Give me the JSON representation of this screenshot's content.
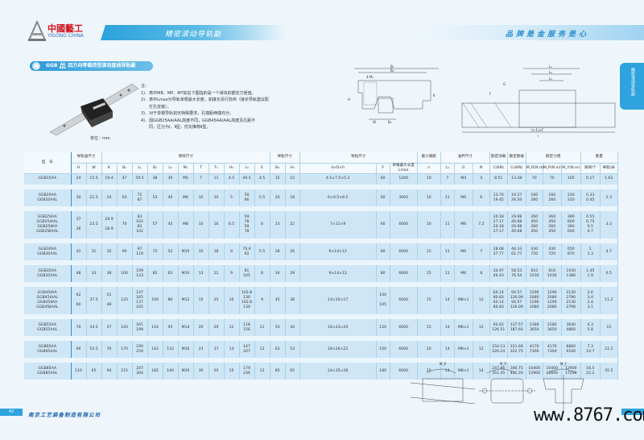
{
  "header": {
    "logo_cn": "中國藝工",
    "logo_en": "YIGONG CHINA",
    "section": "精密滚动导轨副",
    "slogan": "品牌是金服务是心"
  },
  "title": {
    "series": "GGB",
    "suffix_top": "AA",
    "suffix_bottom": "AAL",
    "text": "四方向等载荷型滚动直线导轨副"
  },
  "unit": "单位：mm",
  "notes": [
    "注：",
    "1)．表中MR、MP、MY如右下图指的是一个滑块的额定力矩值。",
    "2)．表中Lmax为导轨单根最大长度，如接长另行协商（接长导轨建议配",
    "　　打孔安装）。",
    "3)．对于单根导轨如无特殊要求，孔端距两端均分。",
    "4)．因GGB25AA/AAL高度不同，GGB45AA/AAL高度及孔距不",
    "　　同，区分为Ⅰ、Ⅱ型，优先推荐Ⅱ型。"
  ],
  "side_tab": "精密滚动导轨副",
  "table": {
    "model_header": "型　号",
    "groups": [
      {
        "label": "导轨副尺寸",
        "span": 2
      },
      {
        "label": "滑块尺寸",
        "span": 11
      },
      {
        "label": "导轨尺寸",
        "span": 2
      },
      {
        "label": "导轨尺寸",
        "span": 3
      },
      {
        "label": "最小端距",
        "span": 1
      },
      {
        "label": "油杯尺寸",
        "span": 3
      },
      {
        "label": "额定动载",
        "span": 1
      },
      {
        "label": "额定静载",
        "span": 1
      },
      {
        "label": "额定力矩",
        "span": 3
      },
      {
        "label": "重量",
        "span": 2
      }
    ],
    "columns": [
      "H",
      "W",
      "K",
      "B₁",
      "L₁",
      "B₂",
      "L₂",
      "M₁",
      "T",
      "T₁",
      "H₂",
      "L₃",
      "E",
      "B₃",
      "H₁",
      "d×D×h",
      "F",
      "单根最大长度\nLmax",
      "n",
      "L₄",
      "G",
      "N",
      "C(KN)",
      "C₀(KN)",
      "M_R(N.m)",
      "M_P(N.m)",
      "M_Y(N.m)",
      "滑块/个",
      "导轨/米"
    ],
    "rows": [
      {
        "model": "GGB15AA",
        "values": [
          "24",
          "15.5",
          "19.4",
          "47",
          "59.5",
          "38",
          "30",
          "M5",
          "7",
          "11",
          "4.5",
          "40.5",
          "4.5",
          "15",
          "15",
          "4.5×7.5×5.3",
          "60",
          "1200",
          "10",
          "7",
          "M4",
          "4",
          "8.51",
          "13.38",
          "70",
          "70",
          "100",
          "0.17",
          "1.62"
        ]
      },
      {
        "model": "GGB20AA\nGGB20AAL",
        "values": [
          "30",
          "21.5",
          "24",
          "63",
          "71\n87",
          "53",
          "40",
          "M6",
          "10",
          "10",
          "5",
          "50\n66",
          "5.5",
          "20",
          "18",
          "6×9.5×8.5",
          "60",
          "3000",
          "10",
          "11",
          "M6",
          "6",
          "13.70\n19.45",
          "19.27\n26.50",
          "160\n260",
          "160\n260",
          "230\n310",
          "0.33\n0.45",
          "2.3"
        ]
      },
      {
        "model": "GGB25ⅠAA\nGGB25ⅠAAL\nGGB25ⅡAA\nGGB25ⅡAAL",
        "values": [
          "37\n\n36",
          "23.5",
          "29.9\n\n28.9",
          "70",
          "83\n102\n83\n102",
          "57",
          "45",
          "M8",
          "10",
          "16",
          "6.5",
          "59\n78\n59\n78",
          "6",
          "23",
          "22",
          "7×11×9",
          "60",
          "6000",
          "10",
          "11",
          "M6",
          "7.2",
          "20.18\n27.17\n20.18\n27.17",
          "29.98\n40.68\n29.98\n40.68",
          "260\n450\n260\n450",
          "260\n450\n260\n450",
          "390\n600\n390\n600",
          "0.55\n0.75\n0.5\n0.7",
          "3.3"
        ]
      },
      {
        "model": "GGB30AA\nGGB30AAL",
        "values": [
          "42",
          "31",
          "35",
          "90",
          "97\n119",
          "72",
          "52",
          "M10",
          "10",
          "18",
          "9",
          "70.6\n92",
          "5.5",
          "28",
          "26",
          "9×14×12",
          "80",
          "6000",
          "15",
          "11",
          "M6",
          "7",
          "28.08\n37.77",
          "46.33\n61.77",
          "430\n720",
          "430\n720",
          "650\n870",
          "1\n1.3",
          "4.7"
        ]
      },
      {
        "model": "GGB35AA\nGGB35AAL",
        "values": [
          "48",
          "33",
          "38",
          "100",
          "109\n133",
          "82",
          "62",
          "M10",
          "13",
          "21",
          "9",
          "81\n105",
          "8",
          "34",
          "29",
          "9×14×12",
          "80",
          "6000",
          "15",
          "11",
          "M6",
          "8",
          "34.97\n46.43",
          "58.53\n76.54",
          "610\n1030",
          "610\n1030",
          "1030\n1380",
          "1.45\n1.9",
          "6.5"
        ]
      },
      {
        "model": "GGB45ⅠAA\nGGB45ⅠAAL\nGGB45ⅡAA\nGGB45ⅡAAL",
        "values": [
          "62\n\n60",
          "37.5",
          "51\n\n49",
          "120",
          "137\n165\n137\n165",
          "100",
          "80",
          "M12",
          "15",
          "25",
          "10",
          "102.8\n130\n102.8\n130",
          "9",
          "45",
          "38",
          "14×20×17",
          "100\n\n105",
          "6000",
          "15",
          "14",
          "M8×1",
          "12",
          "60.14\n80.83\n60.14\n80.83",
          "94.57\n126.09\n94.57\n126.09",
          "1290\n2080\n1290\n2080",
          "1290\n2080\n1290\n2080",
          "2130\n2790\n2130\n2790",
          "2.6\n3.4\n2.4\n3.1",
          "11.2"
        ]
      },
      {
        "model": "GGB55AA\nGGB55AAL",
        "values": [
          "70",
          "43.5",
          "57",
          "140",
          "161\n199",
          "116",
          "95",
          "M14",
          "20",
          "29",
          "12",
          "118\n156",
          "11",
          "53",
          "44",
          "16×23×20",
          "120",
          "6000",
          "15",
          "14",
          "M8×1",
          "12",
          "92.62\n126.51",
          "137.57\n187.60",
          "2180\n3650",
          "2180\n3650",
          "3640\n4860",
          "4.3\n5.8",
          "15"
        ]
      },
      {
        "model": "GGB65AA\nGGB65AAL",
        "values": [
          "90",
          "53.5",
          "76",
          "170",
          "190\n259",
          "142",
          "110",
          "M16",
          "23",
          "37",
          "14",
          "147\n207",
          "12",
          "63",
          "53",
          "18×26×22",
          "150",
          "6000",
          "20",
          "14",
          "M8×1",
          "12",
          "154.13\n220.24",
          "221.69\n322.75",
          "4170\n7300",
          "4170\n7300",
          "6860\n9100",
          "7.3\n10.7",
          "22.2"
        ]
      },
      {
        "model": "GGB85AA\nGGB85AAL",
        "values": [
          "110",
          "65",
          "94",
          "215",
          "247\n304",
          "185",
          "140",
          "M20",
          "30",
          "55",
          "15",
          "179\n236",
          "12",
          "85",
          "65",
          "24×35×28",
          "180",
          "6000",
          "20",
          "14",
          "M8×1",
          "14",
          "247.86\n351.45",
          "346.75\n441.26",
          "10400\n12900",
          "10400\n12600",
          "12900\n17200",
          "16.5\n22.2",
          "35.5"
        ]
      }
    ]
  },
  "diagram_labels": {
    "mr": "M_R",
    "mp": "M_P",
    "my": "M_Y",
    "top_labels": [
      "B₁",
      "B₂",
      "4-M₁",
      "T",
      "T₁",
      "H",
      "K",
      "W",
      "B₃",
      "H₁",
      "L₁",
      "L₂",
      "L₃",
      "G",
      "N",
      "F",
      "D",
      "h",
      "d",
      "(n-1)×F",
      "n",
      "L"
    ]
  },
  "footer": {
    "page": "42",
    "company": "南京工艺装备制造有限公司",
    "watermark": "www.8767.com"
  },
  "colors": {
    "accent": "#2ea3de",
    "background": "#eef6fc",
    "row": "#cfe6f6"
  }
}
